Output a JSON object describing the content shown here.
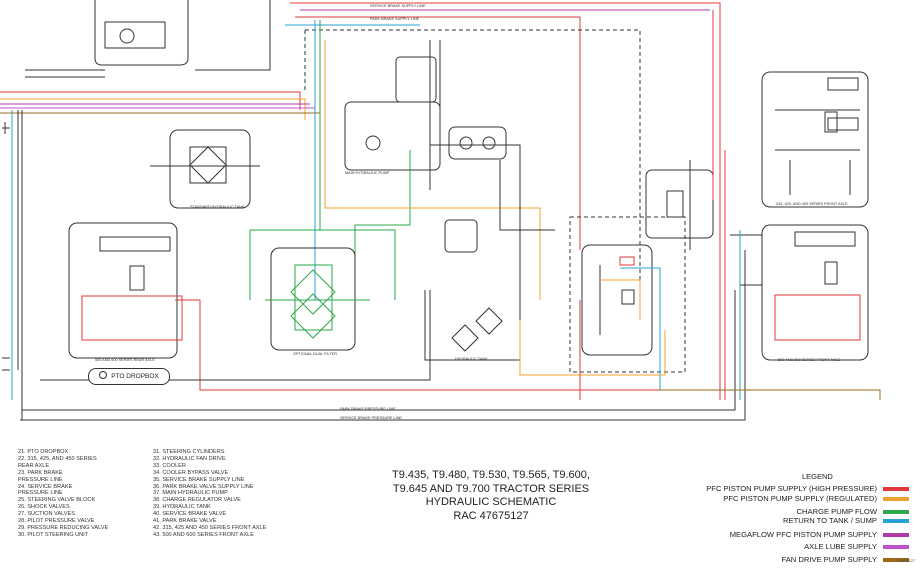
{
  "schematic": {
    "boxes": {
      "pto_dropbox": "PTO DROPBOX"
    }
  },
  "index_list_left": [
    "21. PTO DROPBOX",
    "22. 315, 425, AND 450 SERIES",
    "      REAR AXLE",
    "23. PARK BRAKE",
    "      PRESSURE LINE",
    "24. SERVICE BRAKE",
    "      PRESSURE LINE",
    "25. STEERING VALVE BLOCK",
    "26. SHOCK VALVES",
    "27. SUCTION VALVES",
    "28. PILOT PRESSURE VALVE",
    "29. PRESSURE REDUCING VALVE",
    "30. PILOT STEERING UNIT"
  ],
  "index_list_right": [
    "31. STEERING CYLINDERS",
    "32. HYDRAULIC FAN DRIVE",
    "33. COOLER",
    "34. COOLER BYPASS VALVE",
    "35. SERVICE BRAKE SUPPLY LINE",
    "36. PARK BRAKE VALVE SUPPLY LINE",
    "37. MAIN HYDRAULIC PUMP",
    "38. CHARGE REGULATOR VALVE",
    "39. HYDRAULIC TANK",
    "40. SERVICE BRAKE VALVE",
    "41. PARK BRAKE VALVE",
    "42. 315, 425 AND 450 SERIES FRONT AXLE",
    "43. 500 AND 600 SERIES FRONT AXLE"
  ],
  "title_lines": [
    "T9.435, T9.480, T9.530, T9.565, T9.600,",
    "T9.645 AND T9.700 TRACTOR SERIES",
    "HYDRAULIC SCHEMATIC",
    "RAC 47675127"
  ],
  "legend": {
    "heading": "LEGEND",
    "items": [
      {
        "label": "PFC PISTON PUMP SUPPLY (HIGH PRESSURE)",
        "color": "#e23a3a"
      },
      {
        "label": "PFC PISTON PUMP SUPPLY (REGULATED)",
        "color": "#f0a030"
      },
      {
        "label": "CHARGE PUMP FLOW",
        "color": "#2aa84a"
      },
      {
        "label": "RETURN TO TANK / SUMP",
        "color": "#2a9fd8"
      },
      {
        "label": "MEGAFLOW PFC PISTON PUMP SUPPLY",
        "color": "#b23aa8"
      },
      {
        "label": "AXLE LUBE SUPPLY",
        "color": "#c050c8"
      },
      {
        "label": "FAN DRIVE PUMP SUPPLY",
        "color": "#9a6a1a"
      }
    ]
  },
  "line_colors": {
    "high_pressure": "#e23a3a",
    "regulated": "#f0a030",
    "charge": "#2aa84a",
    "return": "#2a9fd8",
    "megaflow": "#b23aa8",
    "axle_lube": "#c050c8",
    "fan_drive": "#9a6a1a",
    "pilot": "#333333"
  },
  "part_number": "47675127"
}
